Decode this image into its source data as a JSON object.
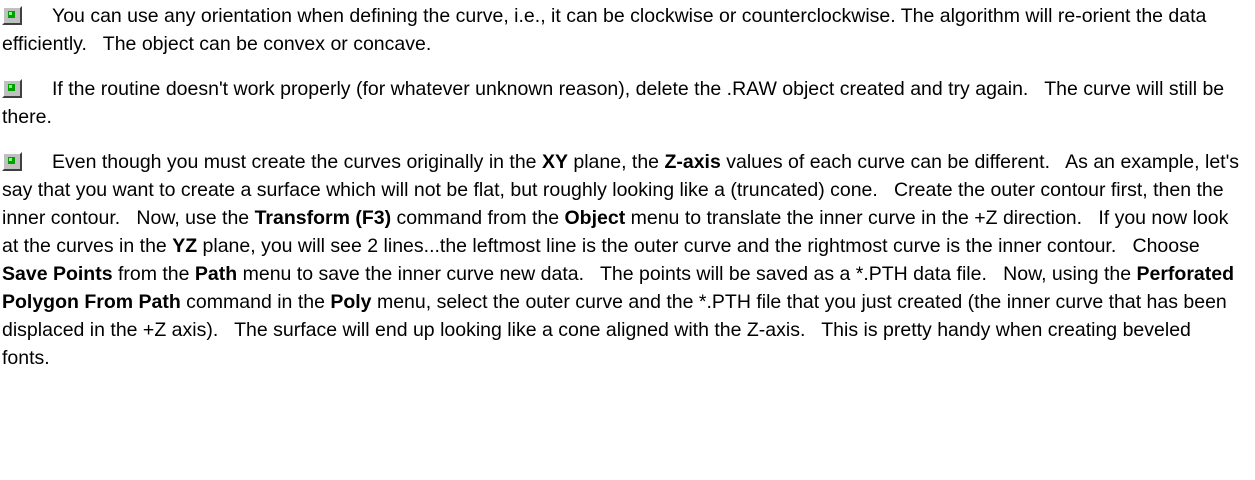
{
  "paragraphs": [
    {
      "segments": [
        {
          "t": "You can use any orientation when defining the curve, i.e., it can be clockwise or counterclockwise. The algorithm will re-orient the data efficiently.   The object can be convex or concave.",
          "b": false
        }
      ]
    },
    {
      "segments": [
        {
          "t": "If the routine doesn't work properly (for whatever unknown reason), delete the .RAW object created and try again.   The curve will still be there.",
          "b": false
        }
      ]
    },
    {
      "segments": [
        {
          "t": "Even though you must create the curves originally in the ",
          "b": false
        },
        {
          "t": "XY",
          "b": true
        },
        {
          "t": " plane, the ",
          "b": false
        },
        {
          "t": "Z-axis",
          "b": true
        },
        {
          "t": " values of each curve can be different.   As an example, let's say that you want to create a surface which will not be flat, but roughly looking like a (truncated) cone.   Create the outer contour first, then the inner contour.   Now, use the ",
          "b": false
        },
        {
          "t": "Transform (F3)",
          "b": true
        },
        {
          "t": " command from the ",
          "b": false
        },
        {
          "t": "Object",
          "b": true
        },
        {
          "t": " menu to translate the inner curve in the +Z direction.   If you now look at the curves in the ",
          "b": false
        },
        {
          "t": "YZ",
          "b": true
        },
        {
          "t": " plane, you will see 2 lines...the leftmost line is the outer curve and the rightmost curve is the inner contour.   Choose ",
          "b": false
        },
        {
          "t": "Save Points",
          "b": true
        },
        {
          "t": " from the ",
          "b": false
        },
        {
          "t": "Path",
          "b": true
        },
        {
          "t": " menu to save the inner curve new data.   The points will be saved as a *.PTH data file.   Now, using the ",
          "b": false
        },
        {
          "t": "Perforated Polygon From Path",
          "b": true
        },
        {
          "t": " command in the ",
          "b": false
        },
        {
          "t": "Poly",
          "b": true
        },
        {
          "t": " menu, select the outer curve and the *.PTH file that you just created (the inner curve that has been displaced in the +Z axis).   The surface will end up looking like a cone aligned with the Z-axis.   This is pretty handy when creating beveled fonts.",
          "b": false
        }
      ]
    }
  ]
}
